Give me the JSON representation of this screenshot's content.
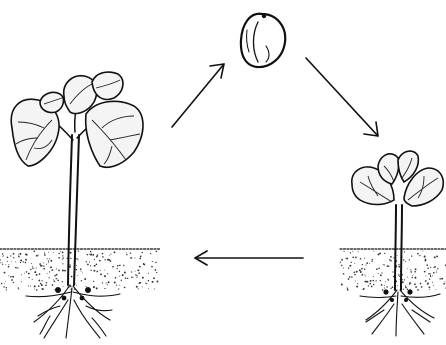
{
  "figure": {
    "type": "life-cycle",
    "stages": [
      {
        "id": "seed",
        "icon": "bean-seed-icon"
      },
      {
        "id": "seedling",
        "icon": "seedling-icon"
      },
      {
        "id": "mature-plant",
        "icon": "mature-bean-plant-icon"
      }
    ],
    "arrows": [
      {
        "from": "mature-plant",
        "to": "seed",
        "icon": "arrow-up-right-icon"
      },
      {
        "from": "seed",
        "to": "seedling",
        "icon": "arrow-down-right-icon"
      },
      {
        "from": "seedling",
        "to": "mature-plant",
        "icon": "arrow-left-icon"
      }
    ],
    "colors": {
      "ink": "#111111",
      "background": "#ffffff"
    }
  }
}
